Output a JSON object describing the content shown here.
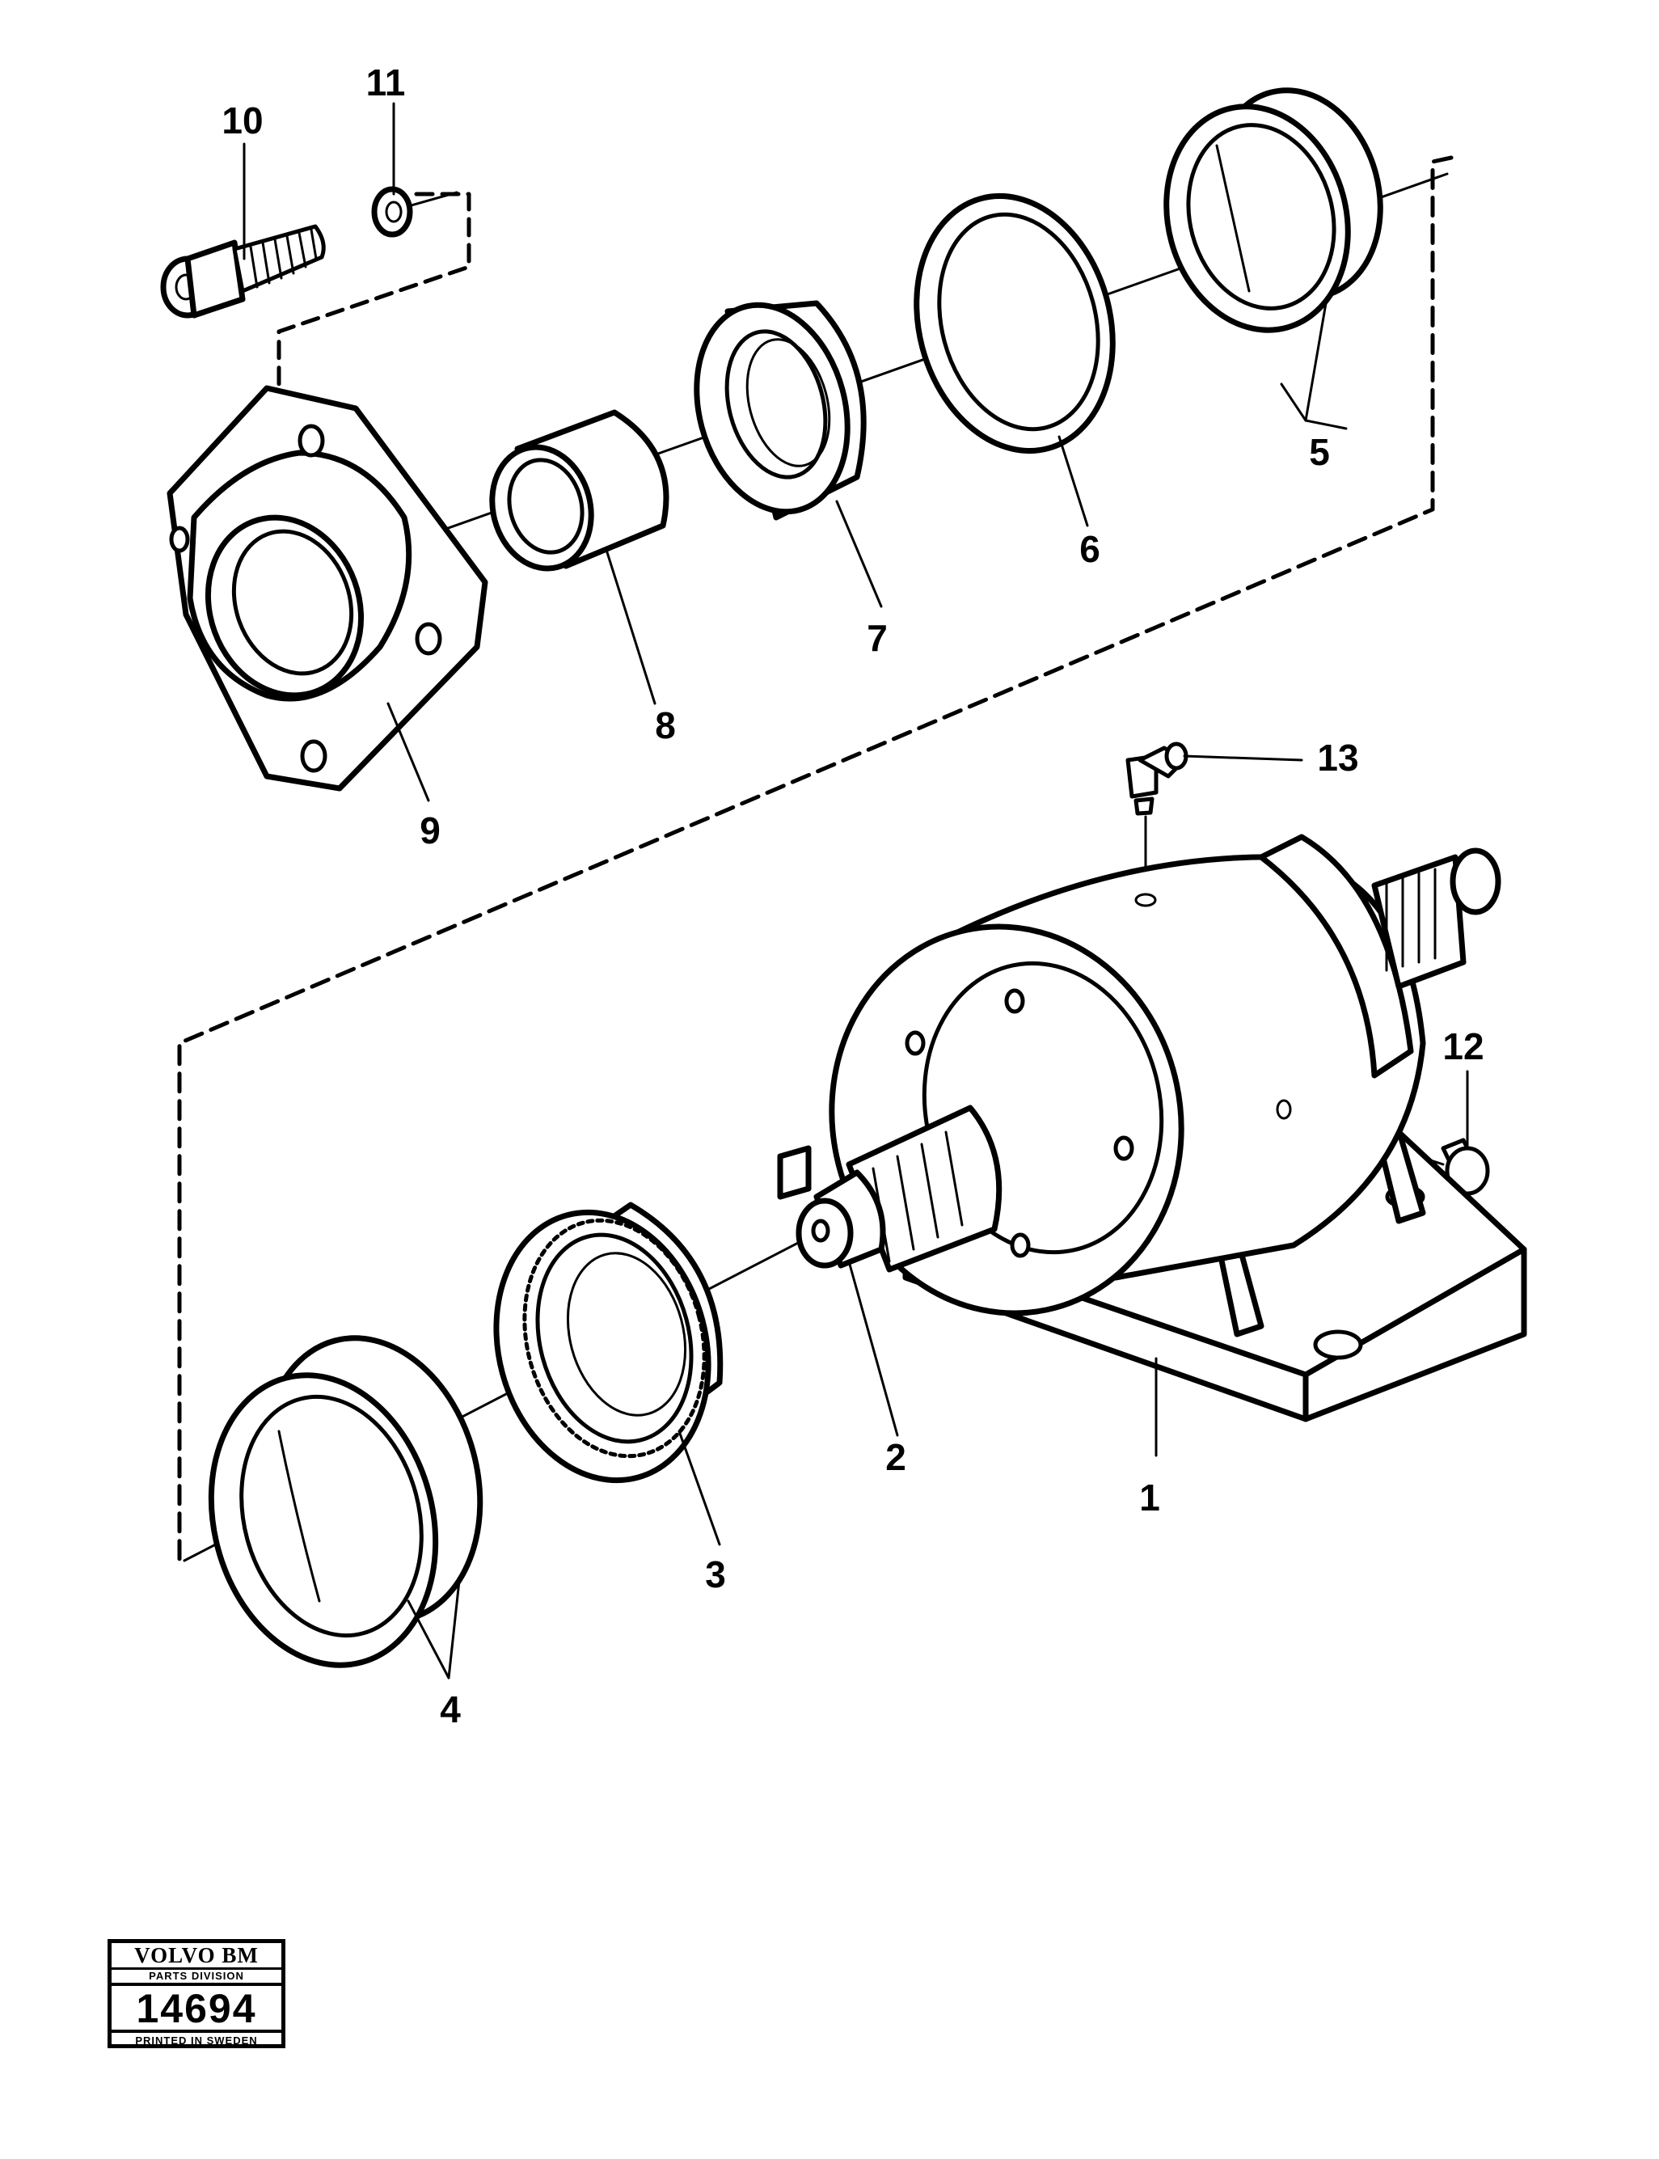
{
  "callouts": {
    "c1": "1",
    "c2": "2",
    "c3": "3",
    "c4": "4",
    "c5": "5",
    "c6": "6",
    "c7": "7",
    "c8": "8",
    "c9": "9",
    "c10": "10",
    "c11": "11",
    "c12": "12",
    "c13": "13"
  },
  "stamp": {
    "brand": "VOLVO BM",
    "division": "PARTS DIVISION",
    "number": "14694",
    "printed": "PRINTED IN SWEDEN"
  }
}
